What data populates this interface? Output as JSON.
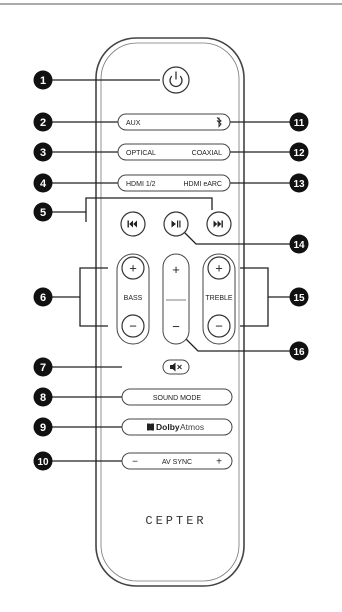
{
  "callouts": [
    "1",
    "2",
    "3",
    "4",
    "5",
    "6",
    "7",
    "8",
    "9",
    "10",
    "11",
    "12",
    "13",
    "14",
    "15",
    "16"
  ],
  "buttons": {
    "aux": "AUX",
    "optical": "OPTICAL",
    "coaxial": "COAXIAL",
    "hdmi12": "HDMI 1/2",
    "hdmi_earc": "HDMI eARC",
    "bass": "BASS",
    "treble": "TREBLE",
    "sound_mode": "SOUND MODE",
    "dolby": "Dolby",
    "atmos": "Atmos",
    "av_sync": "AV SYNC",
    "plus": "+",
    "minus": "−"
  },
  "brand": "CEPTER",
  "icons": [
    "power-icon",
    "bluetooth-icon",
    "previous-track-icon",
    "play-pause-icon",
    "next-track-icon",
    "mute-icon",
    "dolby-logo-icon"
  ]
}
